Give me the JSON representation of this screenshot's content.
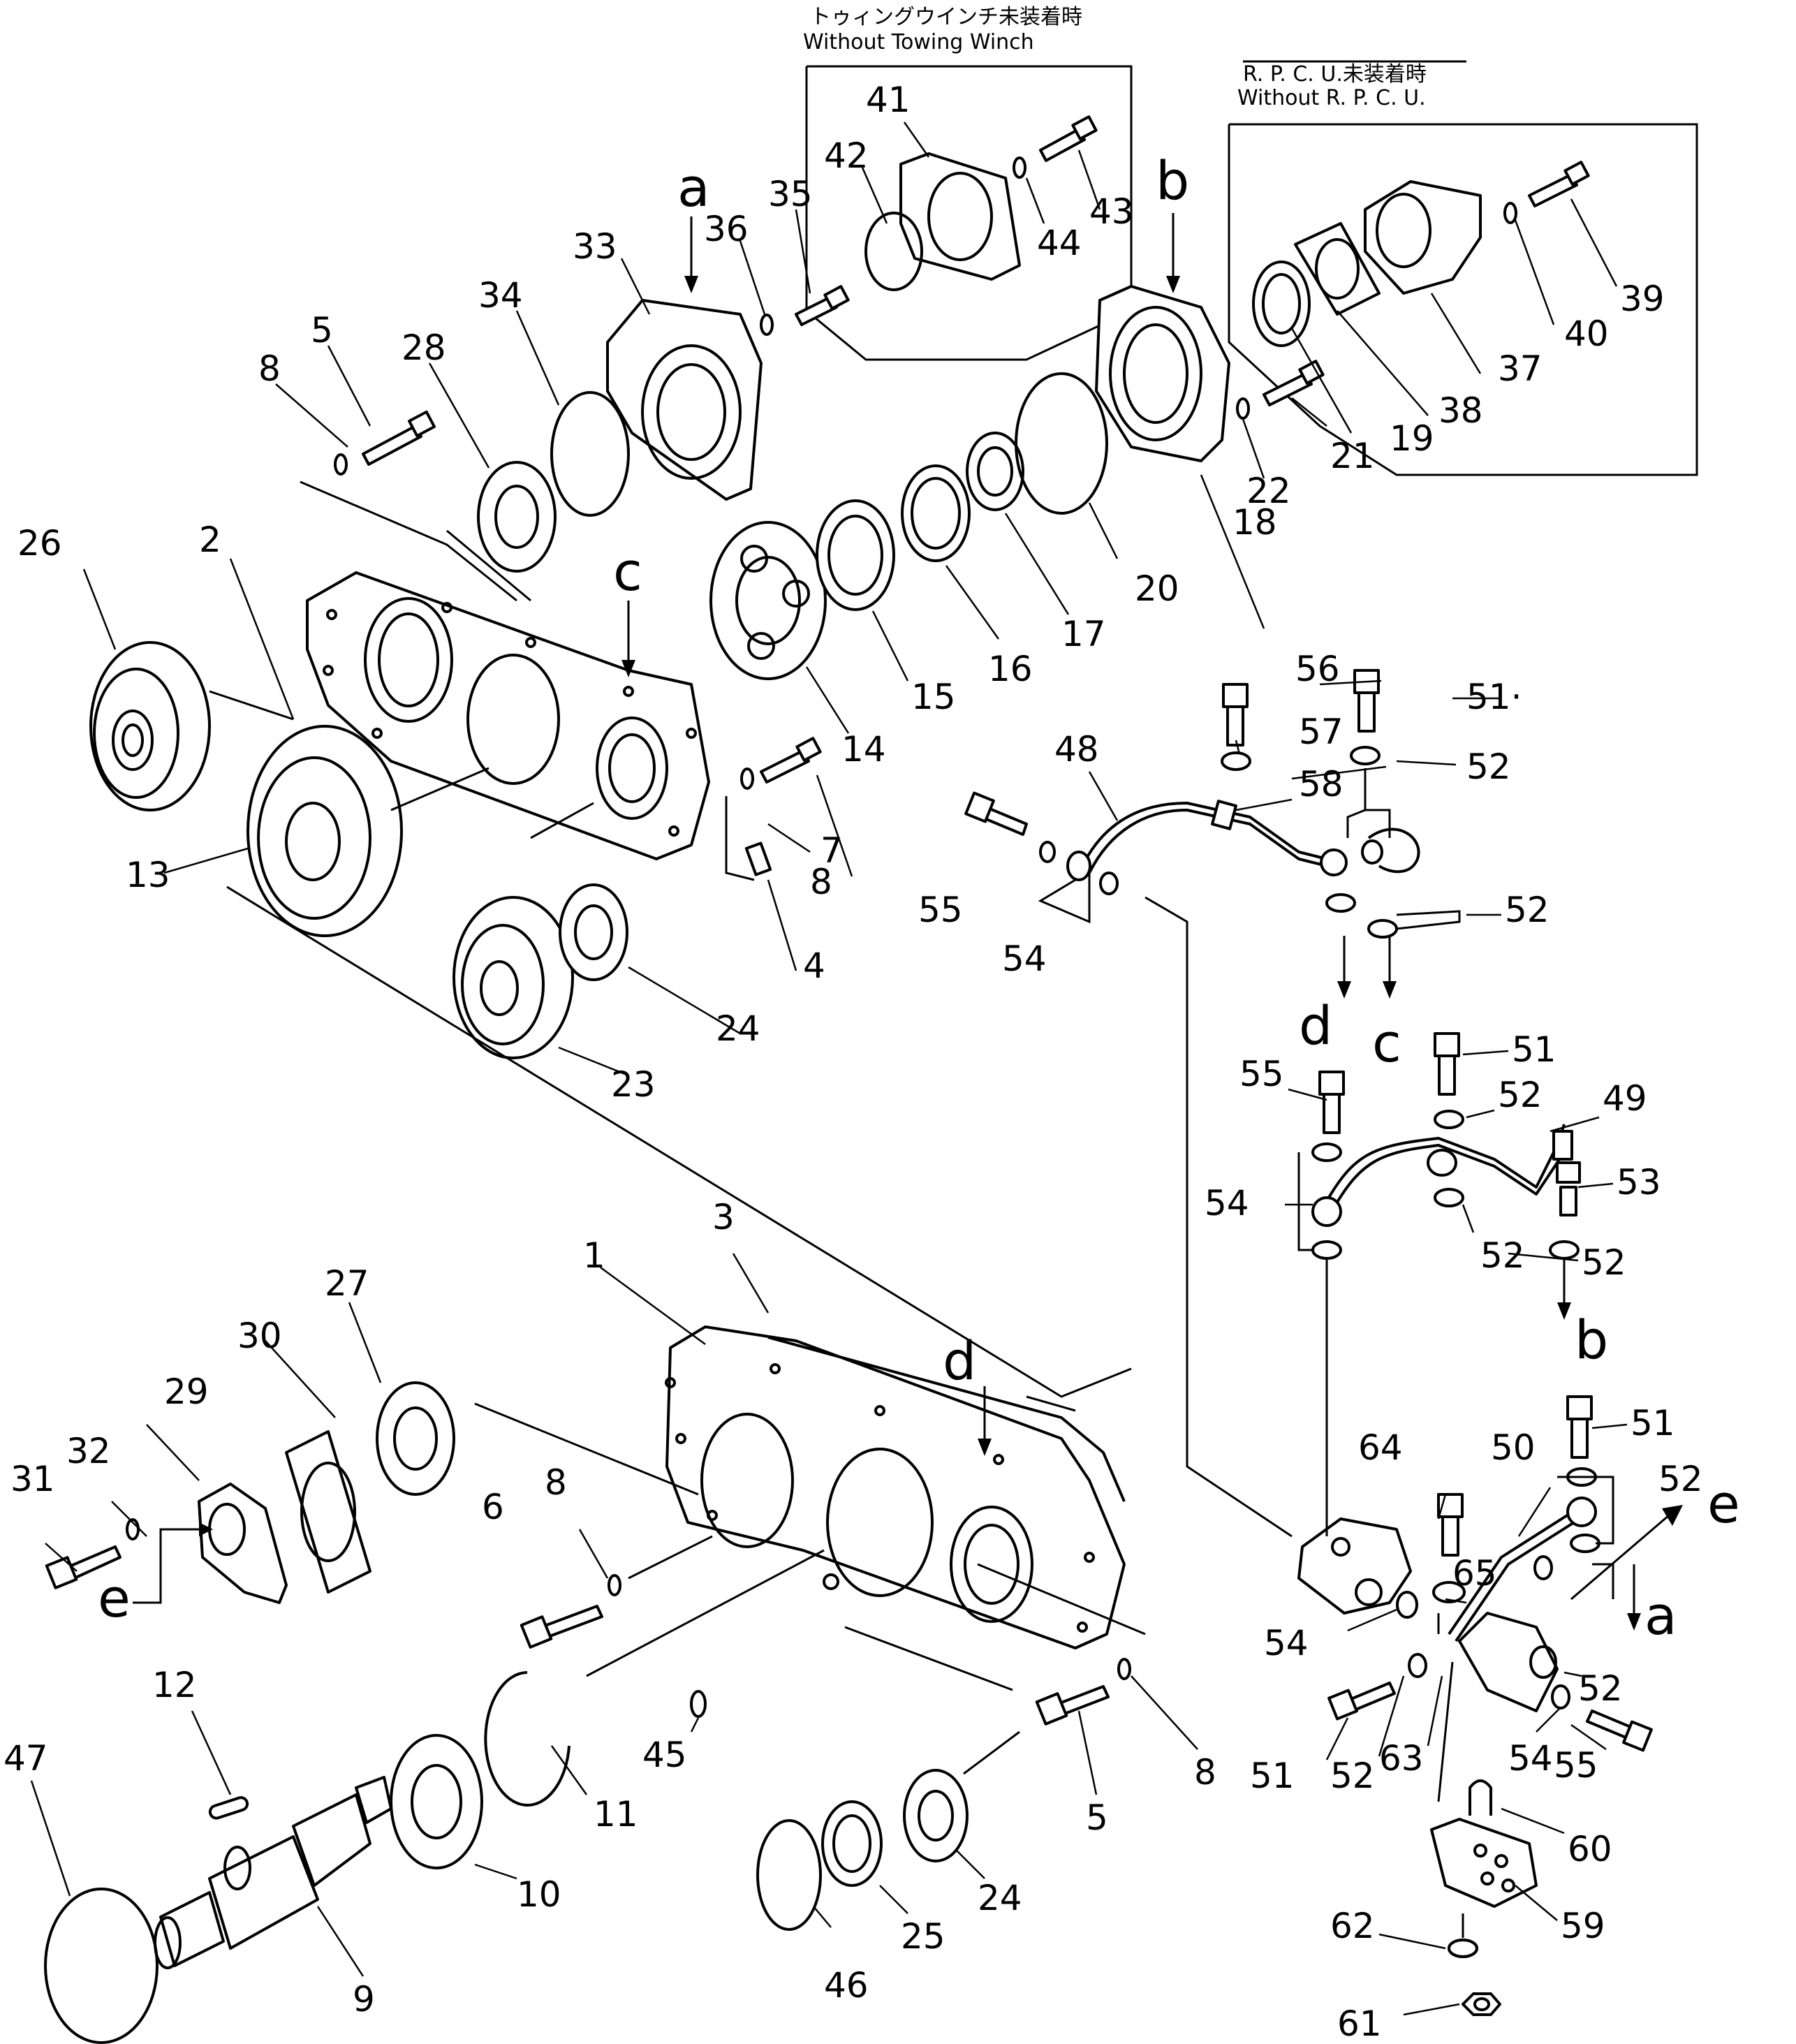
{
  "captions": {
    "towing_jp": "トゥィングウインチ未装着時",
    "towing_en": "Without Towing Winch",
    "rpcu_jp": "R. P. C. U.未装着時",
    "rpcu_en": "Without R. P. C. U."
  },
  "refs": {
    "a": "a",
    "b": "b",
    "c": "c",
    "d": "d",
    "e": "e"
  },
  "parts": {
    "p1": "1",
    "p2": "2",
    "p3": "3",
    "p4": "4",
    "p5": "5",
    "p6": "6",
    "p7": "7",
    "p8": "8",
    "p9": "9",
    "p10": "10",
    "p11": "11",
    "p12": "12",
    "p13": "13",
    "p14": "14",
    "p15": "15",
    "p16": "16",
    "p17": "17",
    "p18": "18",
    "p19": "19",
    "p20": "20",
    "p21": "21",
    "p22": "22",
    "p23": "23",
    "p24": "24",
    "p25": "25",
    "p26": "26",
    "p27": "27",
    "p28": "28",
    "p29": "29",
    "p30": "30",
    "p31": "31",
    "p32": "32",
    "p33": "33",
    "p34": "34",
    "p35": "35",
    "p36": "36",
    "p37": "37",
    "p38": "38",
    "p39": "39",
    "p40": "40",
    "p41": "41",
    "p42": "42",
    "p43": "43",
    "p44": "44",
    "p45": "45",
    "p46": "46",
    "p47": "47",
    "p48": "48",
    "p49": "49",
    "p50": "50",
    "p51": "51",
    "p51dot": "51·",
    "p52": "52",
    "p53": "53",
    "p54": "54",
    "p55": "55",
    "p56": "56",
    "p57": "57",
    "p58": "58",
    "p59": "59",
    "p60": "60",
    "p61": "61",
    "p62": "62",
    "p63": "63",
    "p64": "64",
    "p65": "65"
  }
}
